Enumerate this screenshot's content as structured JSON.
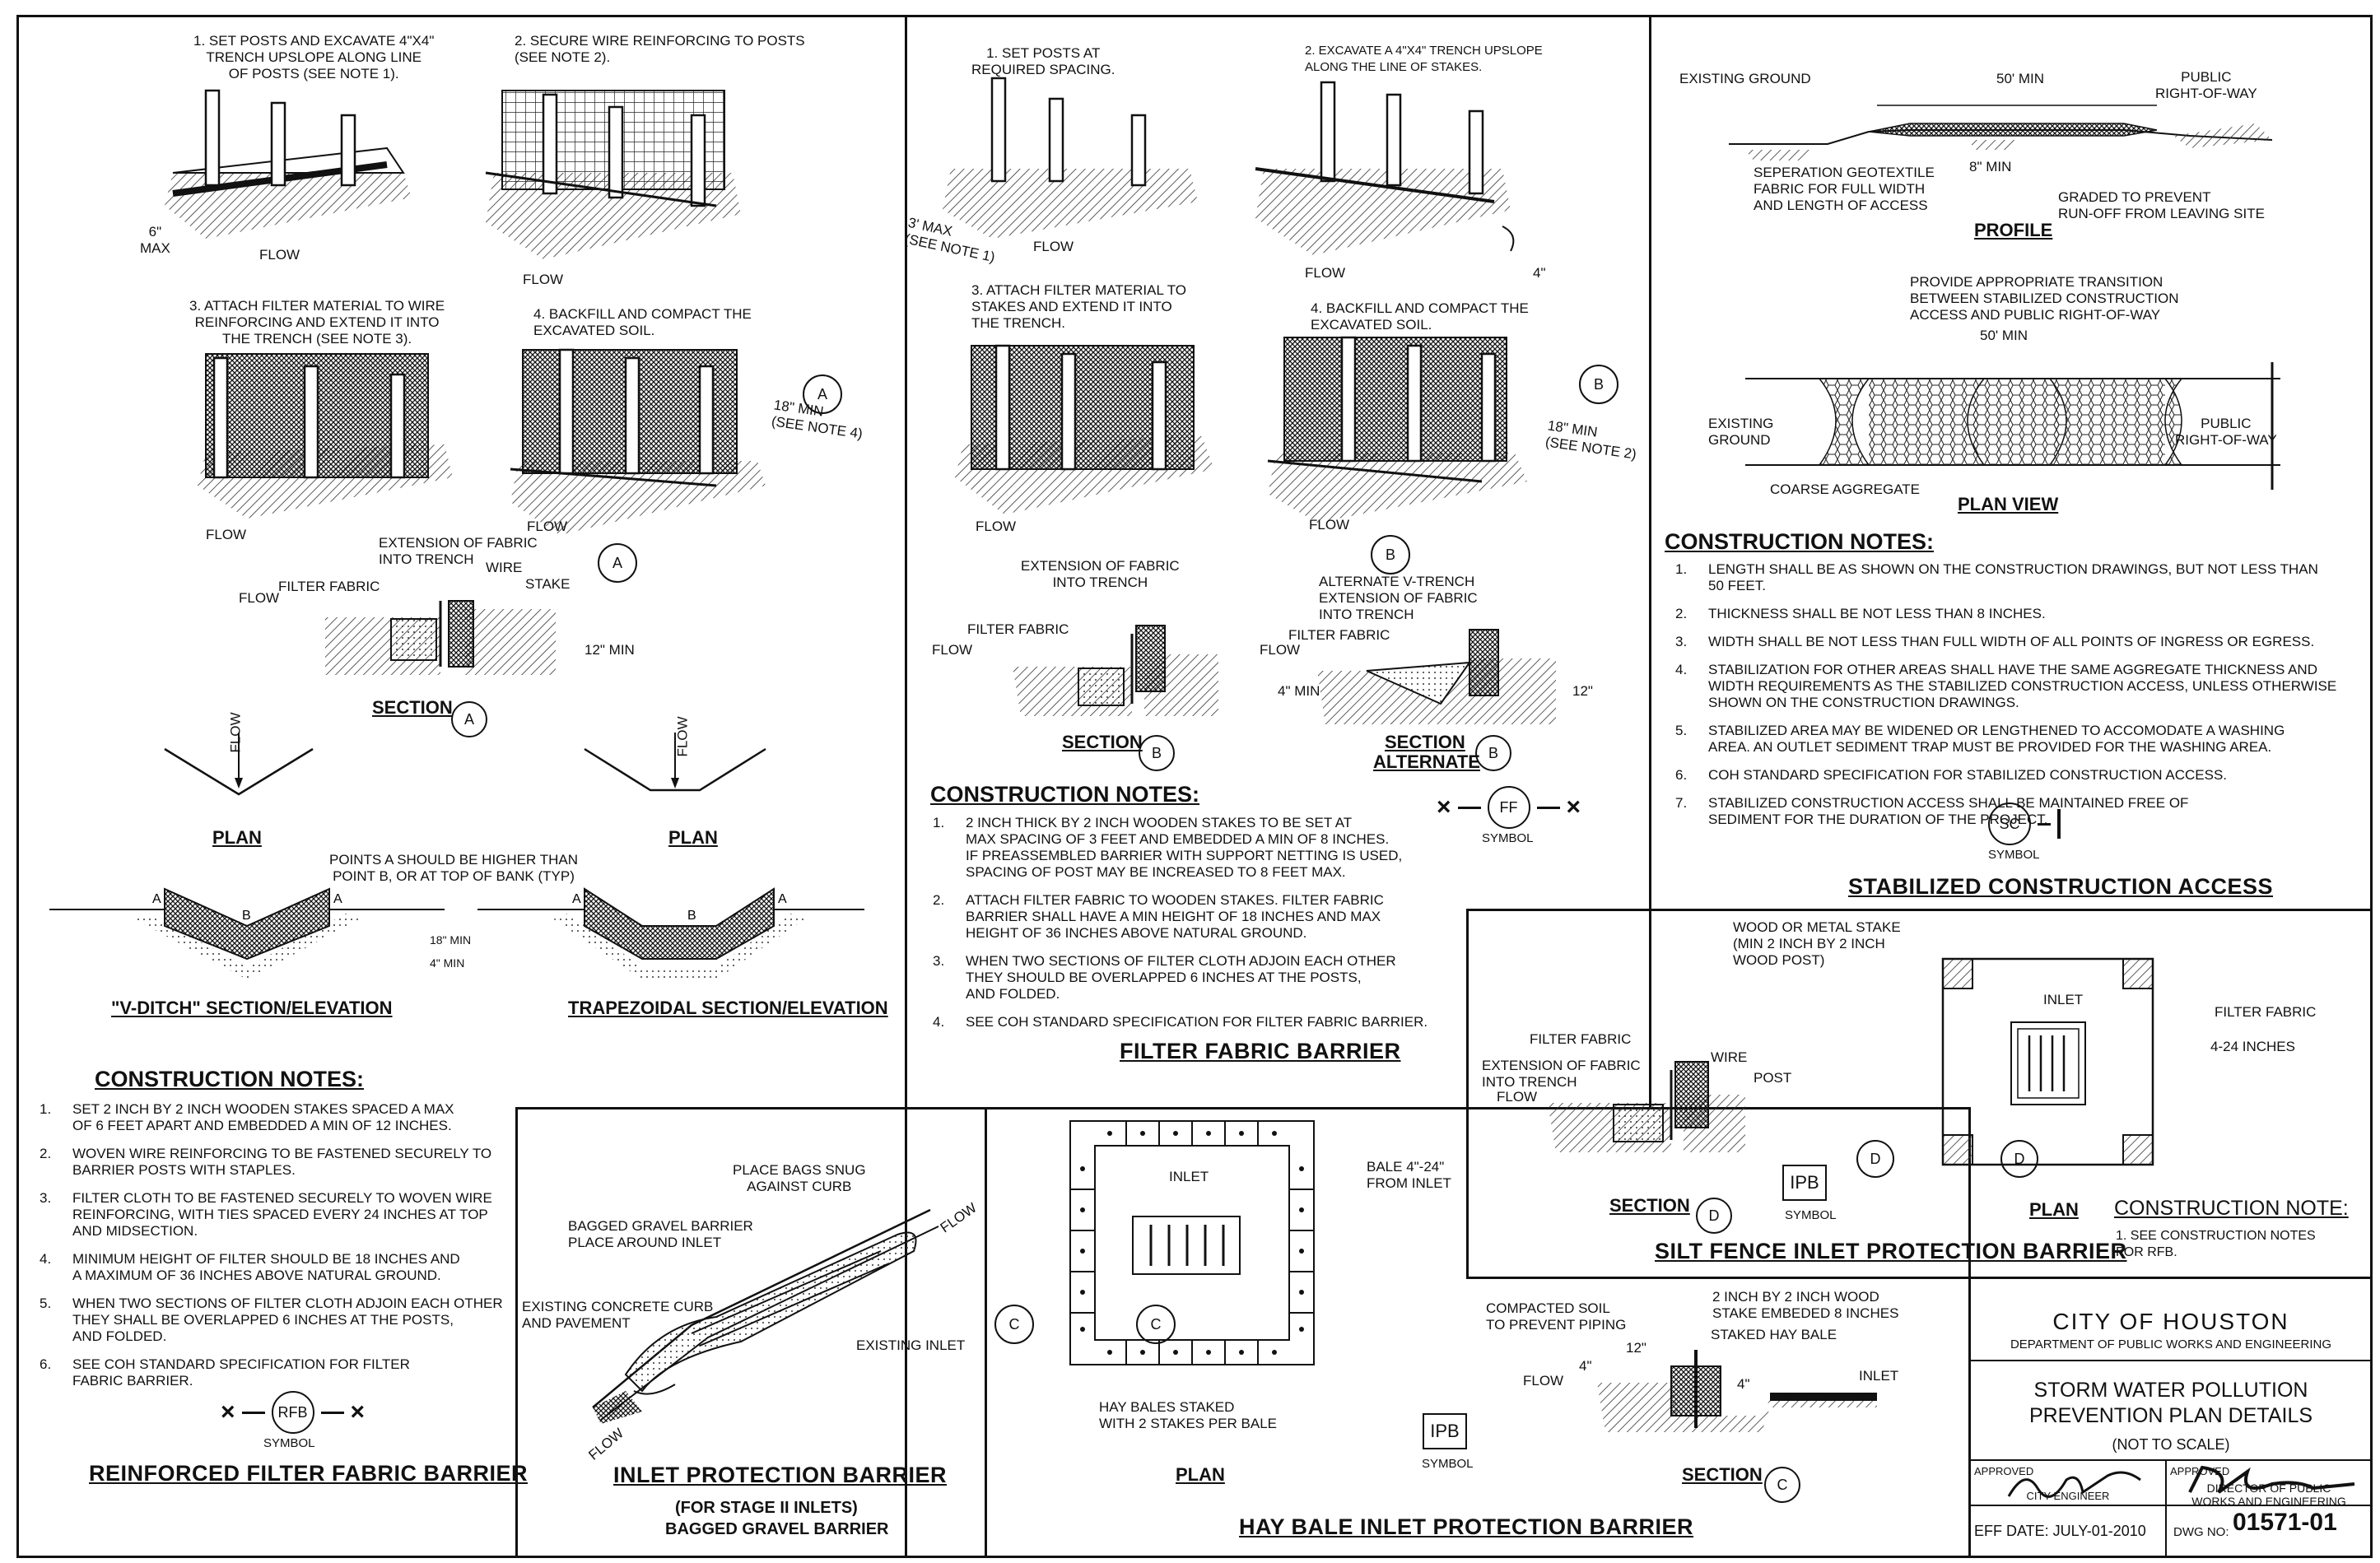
{
  "rfb": {
    "steps": [
      "1. SET POSTS AND EXCAVATE 4\"x4\"\nTRENCH UPSLOPE ALONG LINE\nOF POSTS (SEE NOTE 1).",
      "2. SECURE WIRE REINFORCING TO POSTS\n(SEE NOTE 2).",
      "3. ATTACH FILTER MATERIAL TO WIRE\nREINFORCING AND EXTEND IT INTO\nTHE TRENCH (SEE NOTE 3).",
      "4. BACKFILL AND COMPACT THE\nEXCAVATED SOIL."
    ],
    "labels": {
      "max6": "6\"\nMAX",
      "flow": "FLOW",
      "min18": "18\" MIN\n(SEE NOTE 4)",
      "extension": "EXTENSION OF FABRIC\nINTO TRENCH",
      "filter_fabric": "FILTER FABRIC",
      "wire": "WIRE",
      "stake": "STAKE",
      "min12": "12\" MIN",
      "section": "SECTION",
      "plan": "PLAN",
      "points_note": "POINTS A SHOULD BE HIGHER THAN\nPOINT B, OR AT TOP OF BANK (TYP)",
      "min18b": "18\" MIN",
      "min4": "4\" MIN",
      "vditch": "\"V-DITCH\" SECTION/ELEVATION",
      "trap": "TRAPEZOIDAL SECTION/ELEVATION",
      "a": "A",
      "b": "B"
    },
    "notes_header": "CONSTRUCTION NOTES:",
    "notes": [
      "SET 2 INCH BY 2 INCH WOODEN STAKES SPACED A MAX\nOF 6 FEET APART AND EMBEDDED A MIN OF 12 INCHES.",
      "WOVEN WIRE REINFORCING TO BE FASTENED SECURELY TO\nBARRIER POSTS WITH STAPLES.",
      "FILTER CLOTH TO BE FASTENED SECURELY TO WOVEN WIRE\nREINFORCING, WITH TIES SPACED EVERY 24 INCHES AT TOP\nAND MIDSECTION.",
      "MINIMUM HEIGHT OF FILTER SHOULD BE 18 INCHES AND\nA MAXIMUM OF 36 INCHES ABOVE NATURAL GROUND.",
      "WHEN TWO SECTIONS OF FILTER CLOTH ADJOIN EACH OTHER\nTHEY SHALL BE OVERLAPPED 6 INCHES AT THE POSTS,\nAND FOLDED.",
      "SEE COH STANDARD SPECIFICATION FOR FILTER\nFABRIC BARRIER."
    ],
    "symbol": "RFB",
    "symbol_label": "SYMBOL",
    "title": "REINFORCED FILTER FABRIC BARRIER"
  },
  "ffb": {
    "steps": [
      "1. SET POSTS AT\nREQUIRED SPACING.",
      "2. EXCAVATE A 4\"x4\" TRENCH UPSLOPE\nALONG THE LINE OF STAKES.",
      "3. ATTACH FILTER MATERIAL TO\nSTAKES AND EXTEND IT INTO\nTHE TRENCH.",
      "4. BACKFILL AND COMPACT THE\nEXCAVATED SOIL."
    ],
    "labels": {
      "max3": "3' MAX\n(SEE NOTE 1)",
      "flow": "FLOW",
      "four": "4\"",
      "min18": "18\" MIN\n(SEE NOTE 2)",
      "extension": "EXTENSION OF FABRIC\nINTO TRENCH",
      "alternate_v": "ALTERNATE V-TRENCH\nEXTENSION OF FABRIC\nINTO TRENCH",
      "filter_fabric": "FILTER FABRIC",
      "min4": "4\" MIN",
      "twelve": "12\"",
      "section": "SECTION",
      "alternate": "ALTERNATE"
    },
    "notes_header": "CONSTRUCTION NOTES:",
    "notes": [
      "2 INCH THICK BY 2 INCH WOODEN STAKES TO BE SET AT\nMAX SPACING OF 3 FEET AND EMBEDDED A MIN OF 8 INCHES.\nIF PREASSEMBLED BARRIER WITH SUPPORT NETTING IS USED,\nSPACING OF POST MAY BE INCREASED TO 8 FEET MAX.",
      "ATTACH FILTER FABRIC TO WOODEN STAKES. FILTER FABRIC\nBARRIER SHALL HAVE A MIN HEIGHT OF 18 INCHES AND MAX\nHEIGHT OF 36 INCHES ABOVE NATURAL GROUND.",
      "WHEN TWO SECTIONS OF FILTER CLOTH ADJOIN EACH OTHER\nTHEY SHOULD BE OVERLAPPED 6 INCHES AT THE POSTS,\nAND FOLDED.",
      "SEE COH STANDARD SPECIFICATION FOR FILTER FABRIC BARRIER."
    ],
    "symbol": "FF",
    "symbol_label": "SYMBOL",
    "title": "FILTER FABRIC BARRIER"
  },
  "sca": {
    "labels": {
      "existing_ground": "EXISTING GROUND",
      "min50": "50' MIN",
      "public_row": "PUBLIC\nRIGHT-OF-WAY",
      "min8": "8\" MIN",
      "geotextile": "SEPERATION GEOTEXTILE\nFABRIC FOR FULL WIDTH\nAND LENGTH OF ACCESS",
      "graded": "GRADED TO PREVENT\nRUN-OFF FROM LEAVING SITE",
      "profile": "PROFILE",
      "transition": "PROVIDE APPROPRIATE TRANSITION\nBETWEEN STABILIZED CONSTRUCTION\nACCESS AND PUBLIC RIGHT-OF-WAY",
      "existing_ground2": "EXISTING\nGROUND",
      "coarse": "COARSE AGGREGATE",
      "plan_view": "PLAN VIEW"
    },
    "notes_header": "CONSTRUCTION NOTES:",
    "notes": [
      "LENGTH SHALL BE AS SHOWN ON THE CONSTRUCTION DRAWINGS, BUT NOT LESS THAN\n50 FEET.",
      "THICKNESS SHALL BE NOT LESS THAN 8 INCHES.",
      "WIDTH SHALL BE NOT LESS THAN FULL WIDTH OF ALL POINTS OF INGRESS OR EGRESS.",
      "STABILIZATION FOR OTHER AREAS SHALL HAVE THE SAME AGGREGATE THICKNESS AND\nWIDTH REQUIREMENTS AS THE STABILIZED CONSTRUCTION ACCESS, UNLESS OTHERWISE\nSHOWN ON THE CONSTRUCTION DRAWINGS.",
      "STABILIZED AREA MAY BE WIDENED OR LENGTHENED TO ACCOMODATE A WASHING\nAREA. AN OUTLET SEDIMENT TRAP MUST BE PROVIDED FOR THE WASHING AREA.",
      "COH STANDARD SPECIFICATION FOR STABILIZED CONSTRUCTION ACCESS.",
      "STABILIZED CONSTRUCTION ACCESS SHALL BE MAINTAINED FREE OF\nSEDIMENT FOR THE DURATION OF THE PROJECT."
    ],
    "symbol": "SC",
    "symbol_label": "SYMBOL",
    "title": "STABILIZED CONSTRUCTION ACCESS"
  },
  "sfip": {
    "labels": {
      "stake": "WOOD OR METAL STAKE\n(MIN 2 INCH BY 2 INCH\nWOOD POST)",
      "inlet": "INLET",
      "filter_fabric": "FILTER FABRIC",
      "inches": "4-24 INCHES",
      "filter_fabric2": "FILTER FABRIC",
      "extension": "EXTENSION OF FABRIC\nINTO TRENCH",
      "flow": "FLOW",
      "wire": "WIRE",
      "post": "POST",
      "section": "SECTION",
      "plan": "PLAN",
      "d": "D"
    },
    "symbol": "IPB",
    "symbol_label": "SYMBOL",
    "note_header": "CONSTRUCTION NOTE:",
    "note": "1. SEE CONSTRUCTION NOTES\nFOR RFB.",
    "title": "SILT FENCE INLET PROTECTION BARRIER"
  },
  "ipb": {
    "labels": {
      "bags": "PLACE BAGS SNUG\nAGAINST CURB",
      "bagged": "BAGGED GRAVEL BARRIER\nPLACE AROUND INLET",
      "curb": "EXISTING CONCRETE CURB\nAND PAVEMENT",
      "existing_inlet": "EXISTING INLET",
      "flow": "FLOW"
    },
    "title": "INLET PROTECTION BARRIER",
    "sub1": "(FOR STAGE II INLETS)",
    "sub2": "BAGGED GRAVEL BARRIER"
  },
  "hbip": {
    "labels": {
      "inlet": "INLET",
      "bale": "BALE 4\"-24\"\nFROM INLET",
      "hay_bales": "HAY BALES STAKED\nWITH 2 STAKES PER BALE",
      "plan": "PLAN",
      "compacted": "COMPACTED SOIL\nTO PREVENT PIPING",
      "stake": "2 INCH BY 2 INCH WOOD\nSTAKE EMBEDED 8 INCHES",
      "staked": "STAKED HAY BALE",
      "inlet2": "INLET",
      "flow": "FLOW",
      "twelve": "12\"",
      "four": "4\"",
      "four2": "4\"",
      "section": "SECTION",
      "c": "C"
    },
    "symbol": "IPB",
    "symbol_label": "SYMBOL",
    "title": "HAY BALE INLET PROTECTION BARRIER"
  },
  "titleblock": {
    "city": "CITY   OF   HOUSTON",
    "dept": "DEPARTMENT OF PUBLIC WORKS AND ENGINEERING",
    "title1": "STORM WATER POLLUTION",
    "title2": "PREVENTION PLAN DETAILS",
    "scale": "(NOT TO SCALE)",
    "approved": "APPROVED",
    "approved2": "APPROVED",
    "city_engineer": "CITY ENGINEER",
    "director": "DIRECTOR OF PUBLIC\nWORKS AND ENGINEERING",
    "eff_date": "EFF DATE: JULY-01-2010",
    "dwg_label": "DWG NO:",
    "dwg_no": "01571-01"
  }
}
